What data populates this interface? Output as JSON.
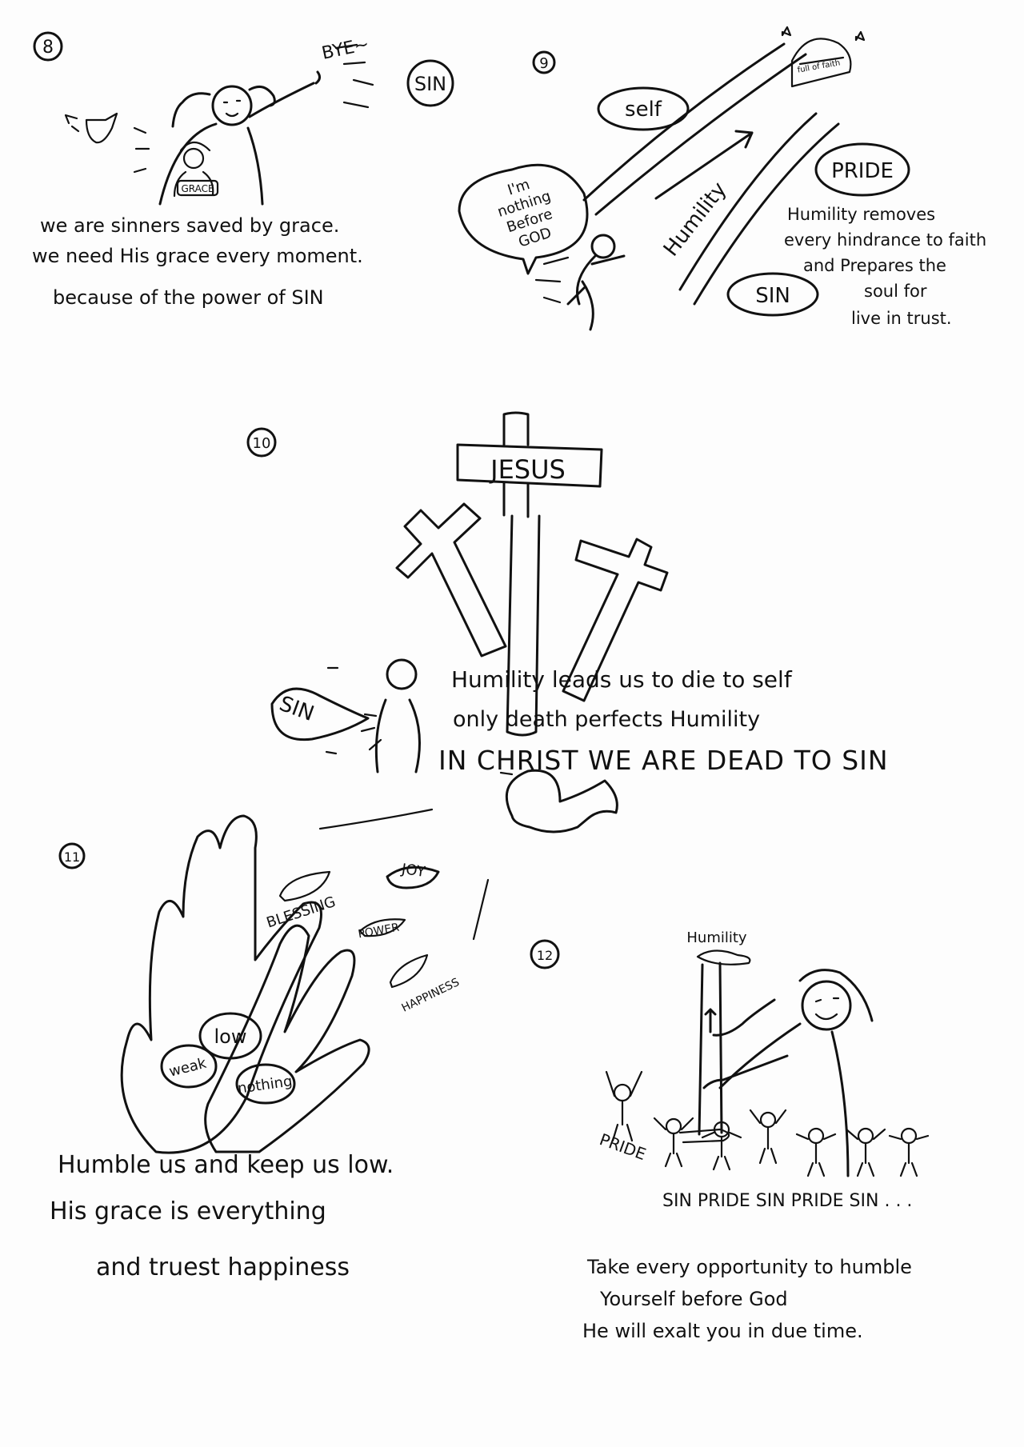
{
  "panels": [
    {
      "number": "8",
      "labels": {
        "bye": "BYE~",
        "sin": "SIN",
        "grace": "GRACE"
      },
      "caption": [
        "we are sinners saved by grace.",
        "we need His grace every moment.",
        "because of the power of SIN"
      ]
    },
    {
      "number": "9",
      "labels": {
        "self": "self",
        "pride": "PRIDE",
        "sin": "SIN",
        "humility": "Humility",
        "house": "full of faith",
        "bubble": [
          "I'm",
          "nothing",
          "Before",
          "GOD"
        ]
      },
      "caption": [
        "Humility removes",
        "every hindrance to faith",
        "and Prepares the",
        "soul for",
        "live in trust."
      ]
    },
    {
      "number": "10",
      "labels": {
        "jesus": "JESUS",
        "sin": "SIN"
      },
      "caption": [
        "Humility leads us to die to self",
        "only death perfects Humility",
        "IN CHRIST WE ARE DEAD TO SIN"
      ]
    },
    {
      "number": "11",
      "labels": {
        "blessing": "BLESSING",
        "joy": "JOY",
        "power": "POWER",
        "happiness": "HAPPINESS",
        "low": "low",
        "weak": "weak",
        "nothing": "nothing"
      },
      "caption": [
        "Humble us and keep us low.",
        "His grace is everything",
        "and truest happiness"
      ]
    },
    {
      "number": "12",
      "labels": {
        "humility": "Humility",
        "pride": "PRIDE",
        "crowd": "SIN PRIDE SIN PRIDE SIN . . ."
      },
      "caption": [
        "Take every opportunity to humble",
        "Yourself before God",
        "He will exalt you in due time."
      ]
    }
  ]
}
